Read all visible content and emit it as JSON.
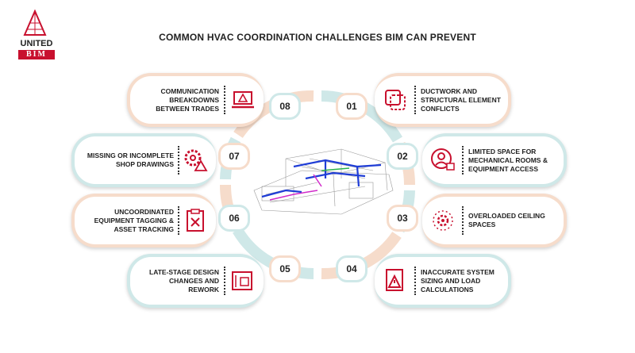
{
  "logo": {
    "line1": "UNITED",
    "line2": "BIM"
  },
  "title": "COMMON HVAC COORDINATION CHALLENGES BIM CAN PREVENT",
  "colors": {
    "accent_red": "#c8102e",
    "peach": "#f6dccb",
    "teal": "#cfe8e8"
  },
  "items": [
    {
      "num": "01",
      "label": "DUCTWORK AND STRUCTURAL ELEMENT CONFLICTS",
      "icon": "layers-icon"
    },
    {
      "num": "02",
      "label": "LIMITED SPACE FOR MECHANICAL ROOMS & EQUIPMENT ACCESS",
      "icon": "user-lock-icon"
    },
    {
      "num": "03",
      "label": "OVERLOADED CEILING SPACES",
      "icon": "gear-burst-icon"
    },
    {
      "num": "04",
      "label": "INACCURATE SYSTEM SIZING AND LOAD CALCULATIONS",
      "icon": "report-warning-icon"
    },
    {
      "num": "05",
      "label": "LATE-STAGE DESIGN CHANGES AND REWORK",
      "icon": "blueprint-icon"
    },
    {
      "num": "06",
      "label": "UNCOORDINATED EQUIPMENT TAGGING & ASSET TRACKING",
      "icon": "clipboard-x-icon"
    },
    {
      "num": "07",
      "label": "MISSING OR INCOMPLETE SHOP DRAWINGS",
      "icon": "gear-warning-icon"
    },
    {
      "num": "08",
      "label": "COMMUNICATION BREAKDOWNS BETWEEN TRADES",
      "icon": "laptop-warning-icon"
    }
  ]
}
